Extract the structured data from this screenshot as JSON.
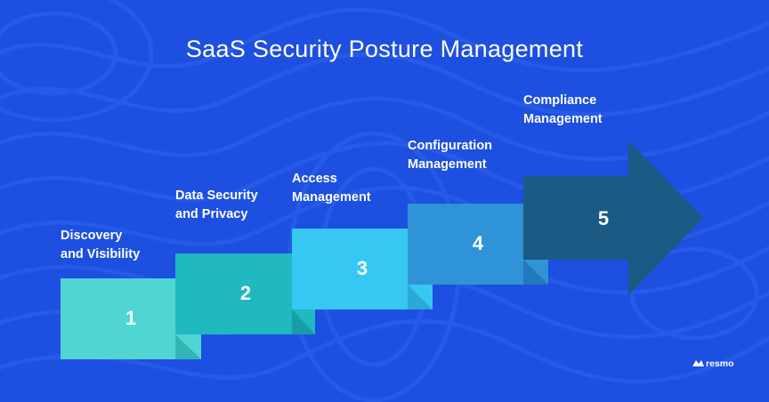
{
  "title": "SaaS Security Posture Management",
  "colors": {
    "background": "#1d4fe0",
    "step_1": "#4fd6d2",
    "step_2": "#1fb9bf",
    "step_3": "#36c8f2",
    "step_4": "#2f93d8",
    "step_5": "#1b5a85"
  },
  "steps": [
    {
      "number": "1",
      "label": [
        "Discovery",
        "and Visibility"
      ]
    },
    {
      "number": "2",
      "label": [
        "Data Security",
        "and Privacy"
      ]
    },
    {
      "number": "3",
      "label": [
        "Access",
        "Management"
      ]
    },
    {
      "number": "4",
      "label": [
        "Configuration",
        "Management"
      ]
    },
    {
      "number": "5",
      "label": [
        "Compliance",
        "Management"
      ]
    }
  ],
  "logo": {
    "text": "resmo"
  }
}
